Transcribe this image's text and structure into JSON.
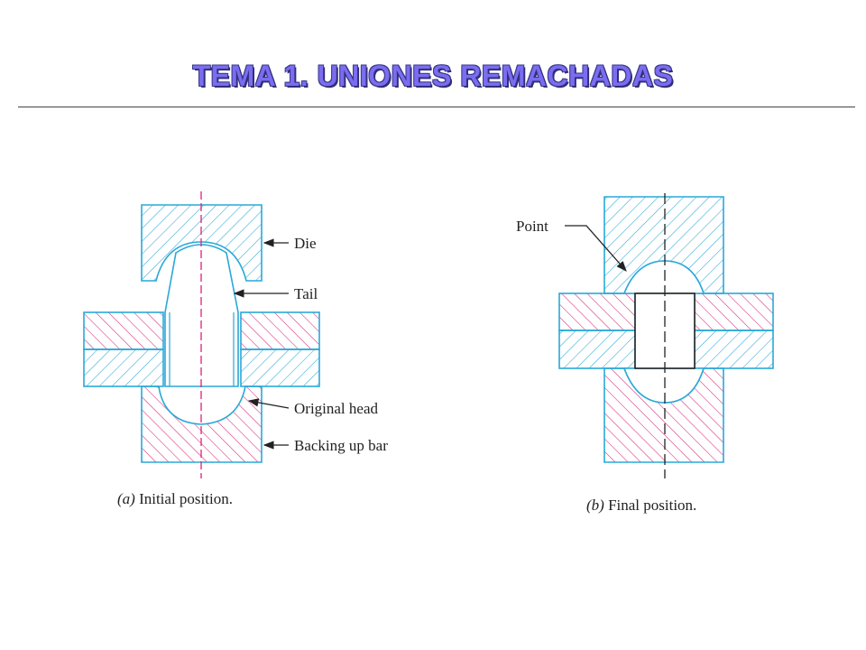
{
  "title": "TEMA 1. UNIONES REMACHADAS",
  "figure_a": {
    "labels": {
      "die": "Die",
      "tail": "Tail",
      "original_head": "Original head",
      "backing_bar": "Backing up bar"
    },
    "caption_letter": "(a)",
    "caption_text": " Initial position."
  },
  "figure_b": {
    "labels": {
      "point": "Point"
    },
    "caption_letter": "(b)",
    "caption_text": " Final position."
  },
  "colors": {
    "cyan": "#29a8d8",
    "magenta": "#d8287a",
    "centerline": "#e0207a",
    "title": "#7b6cf0"
  }
}
